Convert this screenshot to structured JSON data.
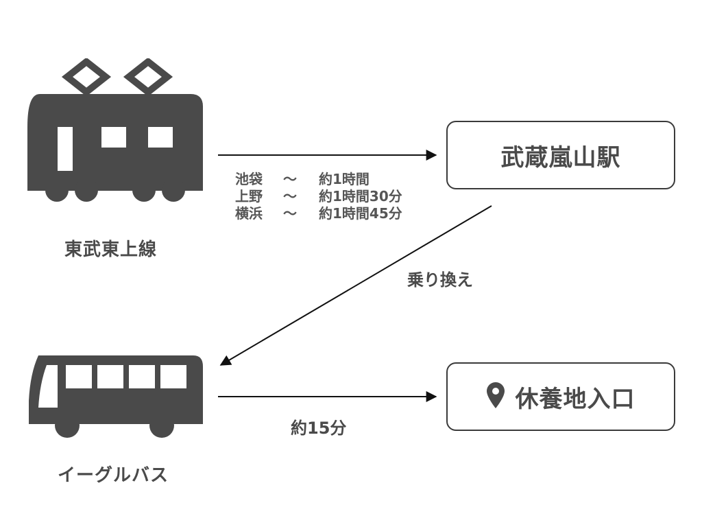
{
  "train": {
    "icon": "train-icon",
    "caption": "東武東上線"
  },
  "bus": {
    "icon": "bus-icon",
    "caption": "イーグルバス"
  },
  "station_box": {
    "label": "武蔵嵐山駅"
  },
  "destination_box": {
    "icon": "map-pin-icon",
    "label": "休養地入口"
  },
  "train_times": [
    {
      "station": "池袋",
      "tilde": "〜",
      "time": "約1時間"
    },
    {
      "station": "上野",
      "tilde": "〜",
      "time": "約1時間30分"
    },
    {
      "station": "横浜",
      "tilde": "〜",
      "time": "約1時間45分"
    }
  ],
  "transfer_label": "乗り換え",
  "bus_time": "約15分",
  "colors": {
    "icon": "#4a4a4a",
    "line": "#111111",
    "border": "#3a3a3a",
    "text": "#4a4a4a"
  }
}
